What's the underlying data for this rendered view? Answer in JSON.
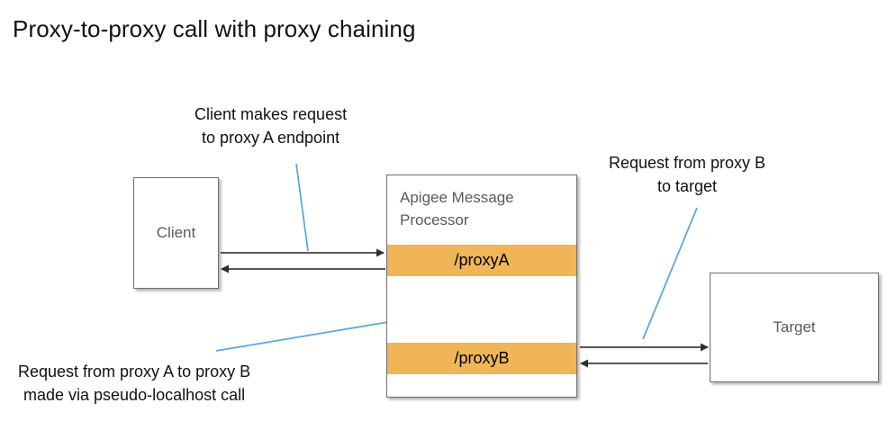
{
  "slide": {
    "title": "Proxy-to-proxy call with proxy chaining",
    "background_color": "#ffffff"
  },
  "colors": {
    "proxy_band": "#efb557",
    "box_border": "#6e6e6e",
    "box_label_text": "#5a5a5a",
    "arrow": "#3f3f3f",
    "leader_line": "#5ba3d9",
    "title_text": "#111111"
  },
  "nodes": {
    "client": {
      "label": "Client"
    },
    "target": {
      "label": "Target"
    },
    "message_processor": {
      "title": "Apigee Message Processor",
      "title_line1": "Apigee Message",
      "title_line2": "Processor",
      "bands": [
        {
          "label": "/proxyA"
        },
        {
          "label": "/proxyB"
        }
      ]
    }
  },
  "annotations": [
    {
      "id": "client-request",
      "line1": "Client makes request",
      "line2": "to proxy A endpoint"
    },
    {
      "id": "proxyb-to-target",
      "line1": "Request from proxy B",
      "line2": "to target"
    },
    {
      "id": "proxy-chaining",
      "line1": "Request from proxy A to proxy B",
      "line2": "made via pseudo-localhost call"
    }
  ],
  "connectors": [
    {
      "id": "client-to-proxya",
      "direction": "right",
      "from": "client",
      "to": "/proxyA"
    },
    {
      "id": "proxya-to-client",
      "direction": "left",
      "from": "/proxyA",
      "to": "client"
    },
    {
      "id": "proxyb-to-proxya",
      "direction": "up",
      "from": "/proxyB",
      "to": "/proxyA"
    },
    {
      "id": "proxya-to-proxyb",
      "direction": "down",
      "from": "/proxyA",
      "to": "/proxyB"
    },
    {
      "id": "proxyb-to-target",
      "direction": "right",
      "from": "/proxyB",
      "to": "target"
    },
    {
      "id": "target-to-proxyb",
      "direction": "left",
      "from": "target",
      "to": "/proxyB"
    }
  ]
}
